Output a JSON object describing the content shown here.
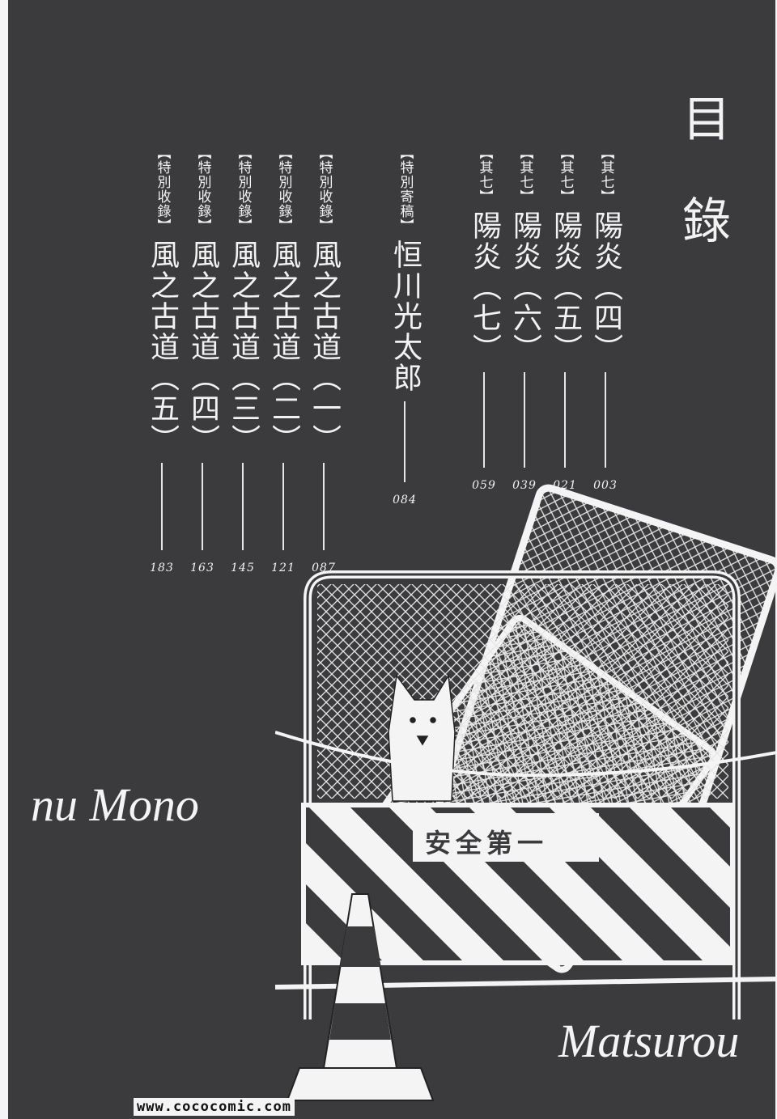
{
  "title": {
    "char1": "目",
    "char2": "錄"
  },
  "entries": [
    {
      "label": "【其七】",
      "chapter": "陽炎（四）",
      "page": "003"
    },
    {
      "label": "【其七】",
      "chapter": "陽炎（五）",
      "page": "021"
    },
    {
      "label": "【其七】",
      "chapter": "陽炎（六）",
      "page": "039"
    },
    {
      "label": "【其七】",
      "chapter": "陽炎（七）",
      "page": "059"
    },
    {
      "label": "【特別寄稿】",
      "chapter": "恒川光太郎",
      "page": "084"
    },
    {
      "label": "【特別收錄】",
      "chapter": "風之古道（一）",
      "page": "087"
    },
    {
      "label": "【特別收錄】",
      "chapter": "風之古道（二）",
      "page": "121"
    },
    {
      "label": "【特別收錄】",
      "chapter": "風之古道（三）",
      "page": "145"
    },
    {
      "label": "【特別收錄】",
      "chapter": "風之古道（四）",
      "page": "163"
    },
    {
      "label": "【特別收錄】",
      "chapter": "風之古道（五）",
      "page": "183"
    }
  ],
  "script_text_left": "nu Mono",
  "script_text_right": "Matsurou",
  "sign_text": "安全第一",
  "watermark": "www.cococomic.com",
  "colors": {
    "background": "#3b3b3d",
    "ink": "#f2f2f2"
  }
}
